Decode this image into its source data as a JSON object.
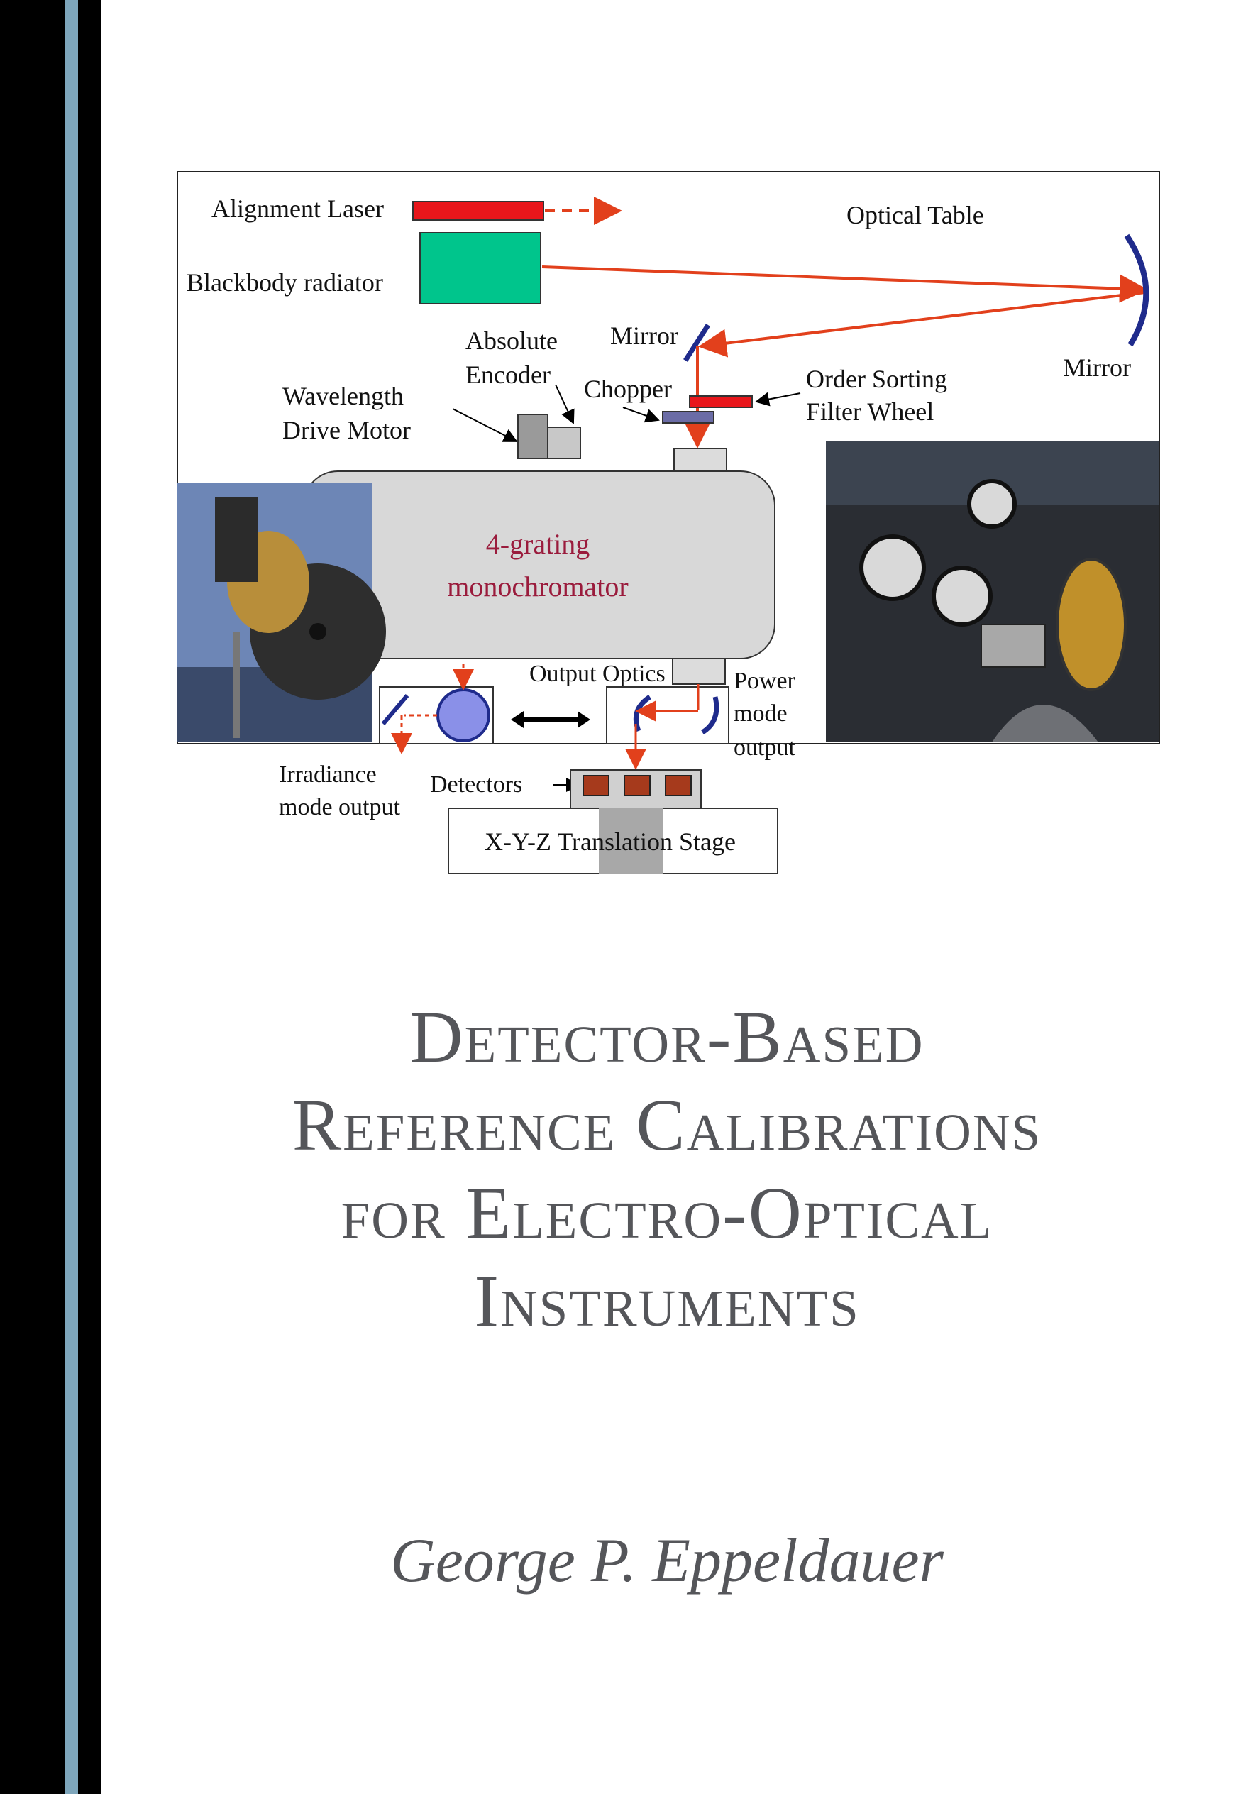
{
  "colors": {
    "spine_blue": "#7ea6bb",
    "title_gray": "#55565a",
    "laser_red": "#e8161b",
    "blackbody_green": "#00c58c",
    "beam_red": "#e2401c",
    "mirror_blue": "#1f2b8c",
    "grating_text": "#9a1b3c",
    "detector_brown": "#a63a1c"
  },
  "figure": {
    "labels": {
      "alignment_laser": "Alignment  Laser",
      "optical_table": "Optical  Table",
      "blackbody_radiator": "Blackbody  radiator",
      "mirror_top": "Mirror",
      "absolute": "Absolute",
      "encoder": "Encoder",
      "chopper": "Chopper",
      "order_sorting": "Order Sorting",
      "filter_wheel": "Filter Wheel",
      "mirror_right": "Mirror",
      "wavelength": "Wavelength",
      "drive_motor": "Drive Motor",
      "grating_line1": "4-grating",
      "grating_line2": "monochromator",
      "output_optics": "Output Optics",
      "power": "Power",
      "mode": "mode",
      "output": "output",
      "irradiance": "Irradiance",
      "mode_output": "mode output",
      "detectors": "Detectors",
      "xyz_stage": "X-Y-Z  Translation  Stage"
    }
  },
  "title": {
    "lines": [
      "Detector-Based",
      "Reference Calibrations",
      "for Electro-Optical",
      "Instruments"
    ]
  },
  "author": "George P. Eppeldauer"
}
